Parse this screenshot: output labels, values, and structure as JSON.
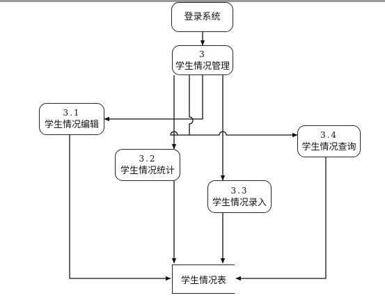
{
  "nodes": {
    "login": {
      "label": "登录系统"
    },
    "manage": {
      "num": "3",
      "label": "学生情况管理"
    },
    "edit": {
      "num": "3.1",
      "label": "学生情况编辑"
    },
    "stats": {
      "num": "3.2",
      "label": "学生情况统计"
    },
    "input": {
      "num": "3.3",
      "label": "学生情况录入"
    },
    "query": {
      "num": "3.4",
      "label": "学生情况查询"
    }
  },
  "store": {
    "label": "学生情况表"
  }
}
